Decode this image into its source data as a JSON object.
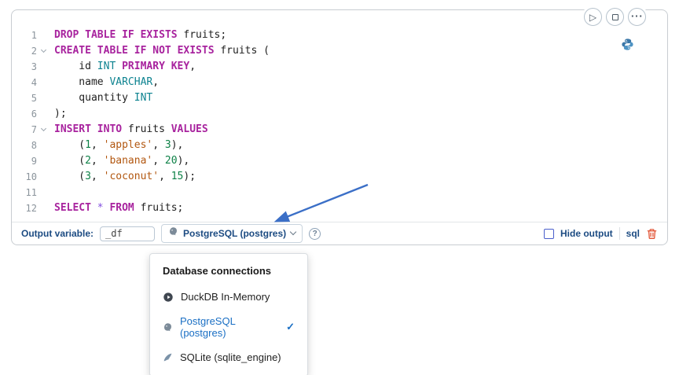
{
  "icons": {
    "run": "▷",
    "more": "···",
    "help": "?",
    "check": "✓"
  },
  "colors": {
    "keyword": "#a8239e",
    "type": "#0e8390",
    "string": "#b25710",
    "number": "#0e8147",
    "selected_item": "#1a6fc4",
    "toolbar_text": "#1c4b82",
    "arrow": "#3b6fc7",
    "trash": "#e25436"
  },
  "editor": {
    "lines": [
      {
        "num": "1",
        "fold": false,
        "tokens": [
          [
            "kw",
            "DROP"
          ],
          [
            "pl",
            " "
          ],
          [
            "kw",
            "TABLE"
          ],
          [
            "pl",
            " "
          ],
          [
            "kw",
            "IF"
          ],
          [
            "pl",
            " "
          ],
          [
            "kw",
            "EXISTS"
          ],
          [
            "pl",
            " fruits;"
          ]
        ]
      },
      {
        "num": "2",
        "fold": true,
        "tokens": [
          [
            "kw",
            "CREATE"
          ],
          [
            "pl",
            " "
          ],
          [
            "kw",
            "TABLE"
          ],
          [
            "pl",
            " "
          ],
          [
            "kw",
            "IF"
          ],
          [
            "pl",
            " "
          ],
          [
            "kw",
            "NOT"
          ],
          [
            "pl",
            " "
          ],
          [
            "kw",
            "EXISTS"
          ],
          [
            "pl",
            " fruits ("
          ]
        ]
      },
      {
        "num": "3",
        "fold": false,
        "tokens": [
          [
            "pl",
            "    id "
          ],
          [
            "ty",
            "INT"
          ],
          [
            "pl",
            " "
          ],
          [
            "kw",
            "PRIMARY"
          ],
          [
            "pl",
            " "
          ],
          [
            "kw",
            "KEY"
          ],
          [
            "pl",
            ","
          ]
        ]
      },
      {
        "num": "4",
        "fold": false,
        "tokens": [
          [
            "pl",
            "    name "
          ],
          [
            "ty",
            "VARCHAR"
          ],
          [
            "pl",
            ","
          ]
        ]
      },
      {
        "num": "5",
        "fold": false,
        "tokens": [
          [
            "pl",
            "    quantity "
          ],
          [
            "ty",
            "INT"
          ]
        ]
      },
      {
        "num": "6",
        "fold": false,
        "tokens": [
          [
            "pl",
            ");"
          ]
        ]
      },
      {
        "num": "7",
        "fold": true,
        "tokens": [
          [
            "kw",
            "INSERT"
          ],
          [
            "pl",
            " "
          ],
          [
            "kw",
            "INTO"
          ],
          [
            "pl",
            " fruits "
          ],
          [
            "kw",
            "VALUES"
          ]
        ]
      },
      {
        "num": "8",
        "fold": false,
        "tokens": [
          [
            "pl",
            "    ("
          ],
          [
            "nu",
            "1"
          ],
          [
            "pl",
            ", "
          ],
          [
            "st",
            "'apples'"
          ],
          [
            "pl",
            ", "
          ],
          [
            "nu",
            "3"
          ],
          [
            "pl",
            "),"
          ]
        ]
      },
      {
        "num": "9",
        "fold": false,
        "tokens": [
          [
            "pl",
            "    ("
          ],
          [
            "nu",
            "2"
          ],
          [
            "pl",
            ", "
          ],
          [
            "st",
            "'banana'"
          ],
          [
            "pl",
            ", "
          ],
          [
            "nu",
            "20"
          ],
          [
            "pl",
            "),"
          ]
        ]
      },
      {
        "num": "10",
        "fold": false,
        "tokens": [
          [
            "pl",
            "    ("
          ],
          [
            "nu",
            "3"
          ],
          [
            "pl",
            ", "
          ],
          [
            "st",
            "'coconut'"
          ],
          [
            "pl",
            ", "
          ],
          [
            "nu",
            "15"
          ],
          [
            "pl",
            ");"
          ]
        ]
      },
      {
        "num": "11",
        "fold": false,
        "tokens": []
      },
      {
        "num": "12",
        "fold": false,
        "tokens": [
          [
            "kw",
            "SELECT"
          ],
          [
            "pl",
            " "
          ],
          [
            "op",
            "*"
          ],
          [
            "pl",
            " "
          ],
          [
            "kw",
            "FROM"
          ],
          [
            "pl",
            " fruits;"
          ]
        ]
      }
    ]
  },
  "toolbar": {
    "output_variable_label": "Output variable:",
    "output_variable_value": "_df",
    "connection_label": "PostgreSQL (postgres)",
    "hide_output_label": "Hide output",
    "language_label": "sql"
  },
  "popup": {
    "title": "Database connections",
    "items": [
      {
        "label": "DuckDB In-Memory",
        "selected": false
      },
      {
        "label": "PostgreSQL (postgres)",
        "selected": true
      },
      {
        "label": "SQLite (sqlite_engine)",
        "selected": false
      }
    ]
  }
}
